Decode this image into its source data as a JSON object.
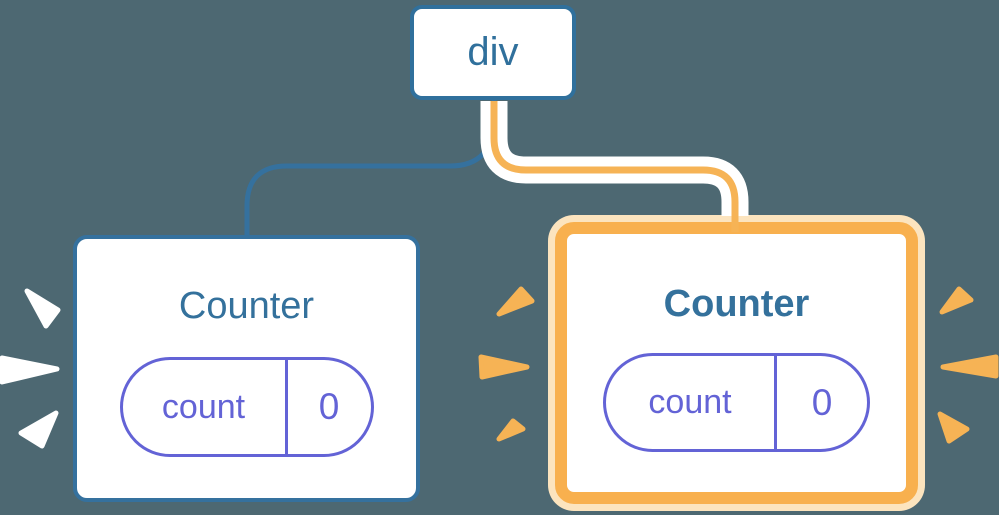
{
  "diagram": {
    "description": "React component tree: a div root with two Counter children; the right Counter and its edge are highlighted in orange, both Counters hold state pill count = 0, sparkle marks radiate from both Counter cards",
    "background_color": "#4D6872",
    "root": {
      "label": "div"
    },
    "children": [
      {
        "title": "Counter",
        "highlighted": false,
        "title_weight": "normal",
        "state": {
          "key": "count",
          "value": "0"
        }
      },
      {
        "title": "Counter",
        "highlighted": true,
        "title_weight": "bold",
        "state": {
          "key": "count",
          "value": "0"
        }
      }
    ],
    "colors": {
      "blue": "#35719E",
      "indigo": "#6363D6",
      "orange": "#F6B355",
      "orange_card_border": "#F8B04E",
      "cream_glow": "#FCE4BE",
      "card_fill": "#FFFFFF"
    },
    "edges": [
      {
        "from": "div",
        "to": "left Counter",
        "style": "thin blue line"
      },
      {
        "from": "div",
        "to": "right Counter",
        "style": "orange line in white casing (highlighted)"
      }
    ],
    "sparkles": {
      "left_of_left_card": "white wedges",
      "around_right_card": "orange wedges"
    }
  }
}
